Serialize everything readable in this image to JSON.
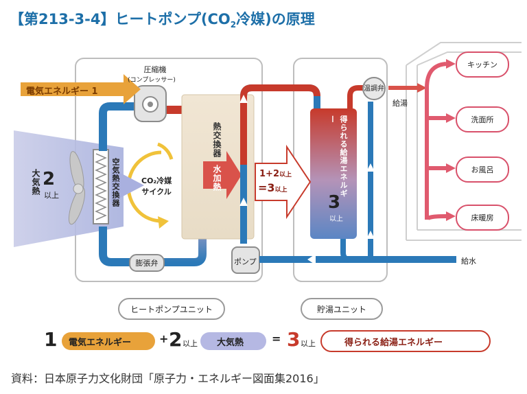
{
  "title": {
    "prefix": "【第213-3-4】ヒートポンプ(CO",
    "sub": "2",
    "suffix": "冷媒)の原理"
  },
  "input_energy": {
    "label": "電気エネルギー",
    "num": "1"
  },
  "atmosphere": {
    "label": "大気熱",
    "num": "2",
    "unit": "以上"
  },
  "compressor": {
    "label": "圧縮機",
    "sub": "(コンプレッサー)"
  },
  "air_hx": {
    "label": "空気熱交換器"
  },
  "cycle": {
    "label1": "CO₂冷媒",
    "label2": "サイクル"
  },
  "expansion_valve": {
    "label": "膨張弁"
  },
  "water_hx": {
    "label": "熱交換器"
  },
  "water_heat": {
    "label": "水加熱"
  },
  "pump": {
    "label": "ポンプ"
  },
  "sum_arrow": {
    "line1": "1+2",
    "line1_unit": "以上",
    "line2": "=3",
    "line2_unit": "以上"
  },
  "tank": {
    "label": "得られる給湯エネルギー",
    "num": "3",
    "unit": "以上"
  },
  "mixing_valve": {
    "label": "温調弁"
  },
  "hot_supply": {
    "label": "給湯"
  },
  "water_supply": {
    "label": "給水"
  },
  "outlets": [
    "キッチン",
    "洗面所",
    "お風呂",
    "床暖房"
  ],
  "heat_pump_unit": {
    "label": "ヒートポンプユニット"
  },
  "storage_unit": {
    "label": "貯湯ユニット"
  },
  "equation": {
    "n1": "1",
    "t1": "電気エネルギー",
    "plus": "+",
    "n2": "2",
    "u2": "以上",
    "t2": "大気熱",
    "eq": "=",
    "n3": "3",
    "u3": "以上",
    "t3": "得られる給湯エネルギー"
  },
  "source": "資料：日本原子力文化財団「原子力・エネルギー図面集2016」",
  "colors": {
    "blue": "#2b79b8",
    "red": "#c73a2b",
    "orange": "#e8a23a",
    "pink": "#d8506a",
    "title": "#1d6fa8"
  }
}
